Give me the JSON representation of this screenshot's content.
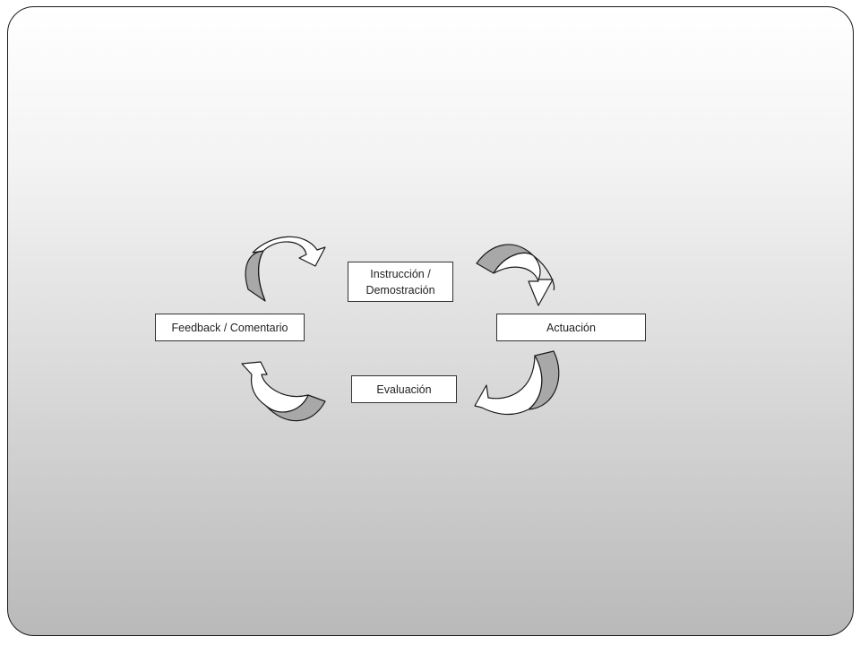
{
  "diagram": {
    "type": "cycle",
    "nodes": [
      {
        "id": "instruccion",
        "label": "Instrucción /\nDemostración"
      },
      {
        "id": "actuacion",
        "label": "Actuación"
      },
      {
        "id": "evaluacion",
        "label": "Evaluación"
      },
      {
        "id": "feedback",
        "label": "Feedback / Comentario"
      }
    ],
    "edges": [
      {
        "from": "instruccion",
        "to": "actuacion"
      },
      {
        "from": "actuacion",
        "to": "evaluacion"
      },
      {
        "from": "evaluacion",
        "to": "feedback"
      },
      {
        "from": "feedback",
        "to": "instruccion"
      }
    ]
  },
  "colors": {
    "arrow_light": "#ffffff",
    "arrow_shade": "#a8a8a8",
    "outline": "#1a1a1a",
    "box_fill": "#ffffff"
  }
}
